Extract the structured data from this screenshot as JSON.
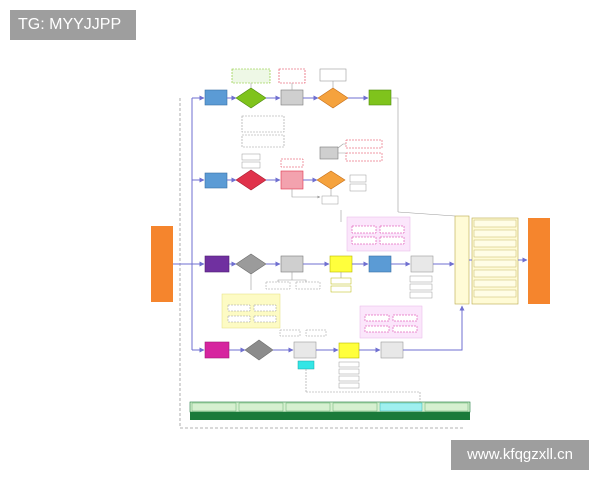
{
  "watermarks": {
    "top_left": "TG: MYYJJPP",
    "bottom_right": "www.kfqgzxll.cn"
  },
  "colors": {
    "orange": "#f5852d",
    "blue": "#5b9bd5",
    "purple": "#7030a0",
    "magenta": "#d6249f",
    "green": "#7fc31c",
    "red": "#e0324b",
    "gray": "#9b9b9b",
    "yellow": "#ffff3c",
    "cyan": "#33e6e6",
    "cream": "#fffbd6",
    "lavender": "#fbe6fb",
    "pale_yellow": "#fdfbc4",
    "dark_green": "#1a7a3a",
    "light_green": "#d6f0d0",
    "arrow": "#6f6fd0"
  },
  "diagram": {
    "note": "All text in the source diagram is too small to be legible; no text values are reproduced."
  }
}
